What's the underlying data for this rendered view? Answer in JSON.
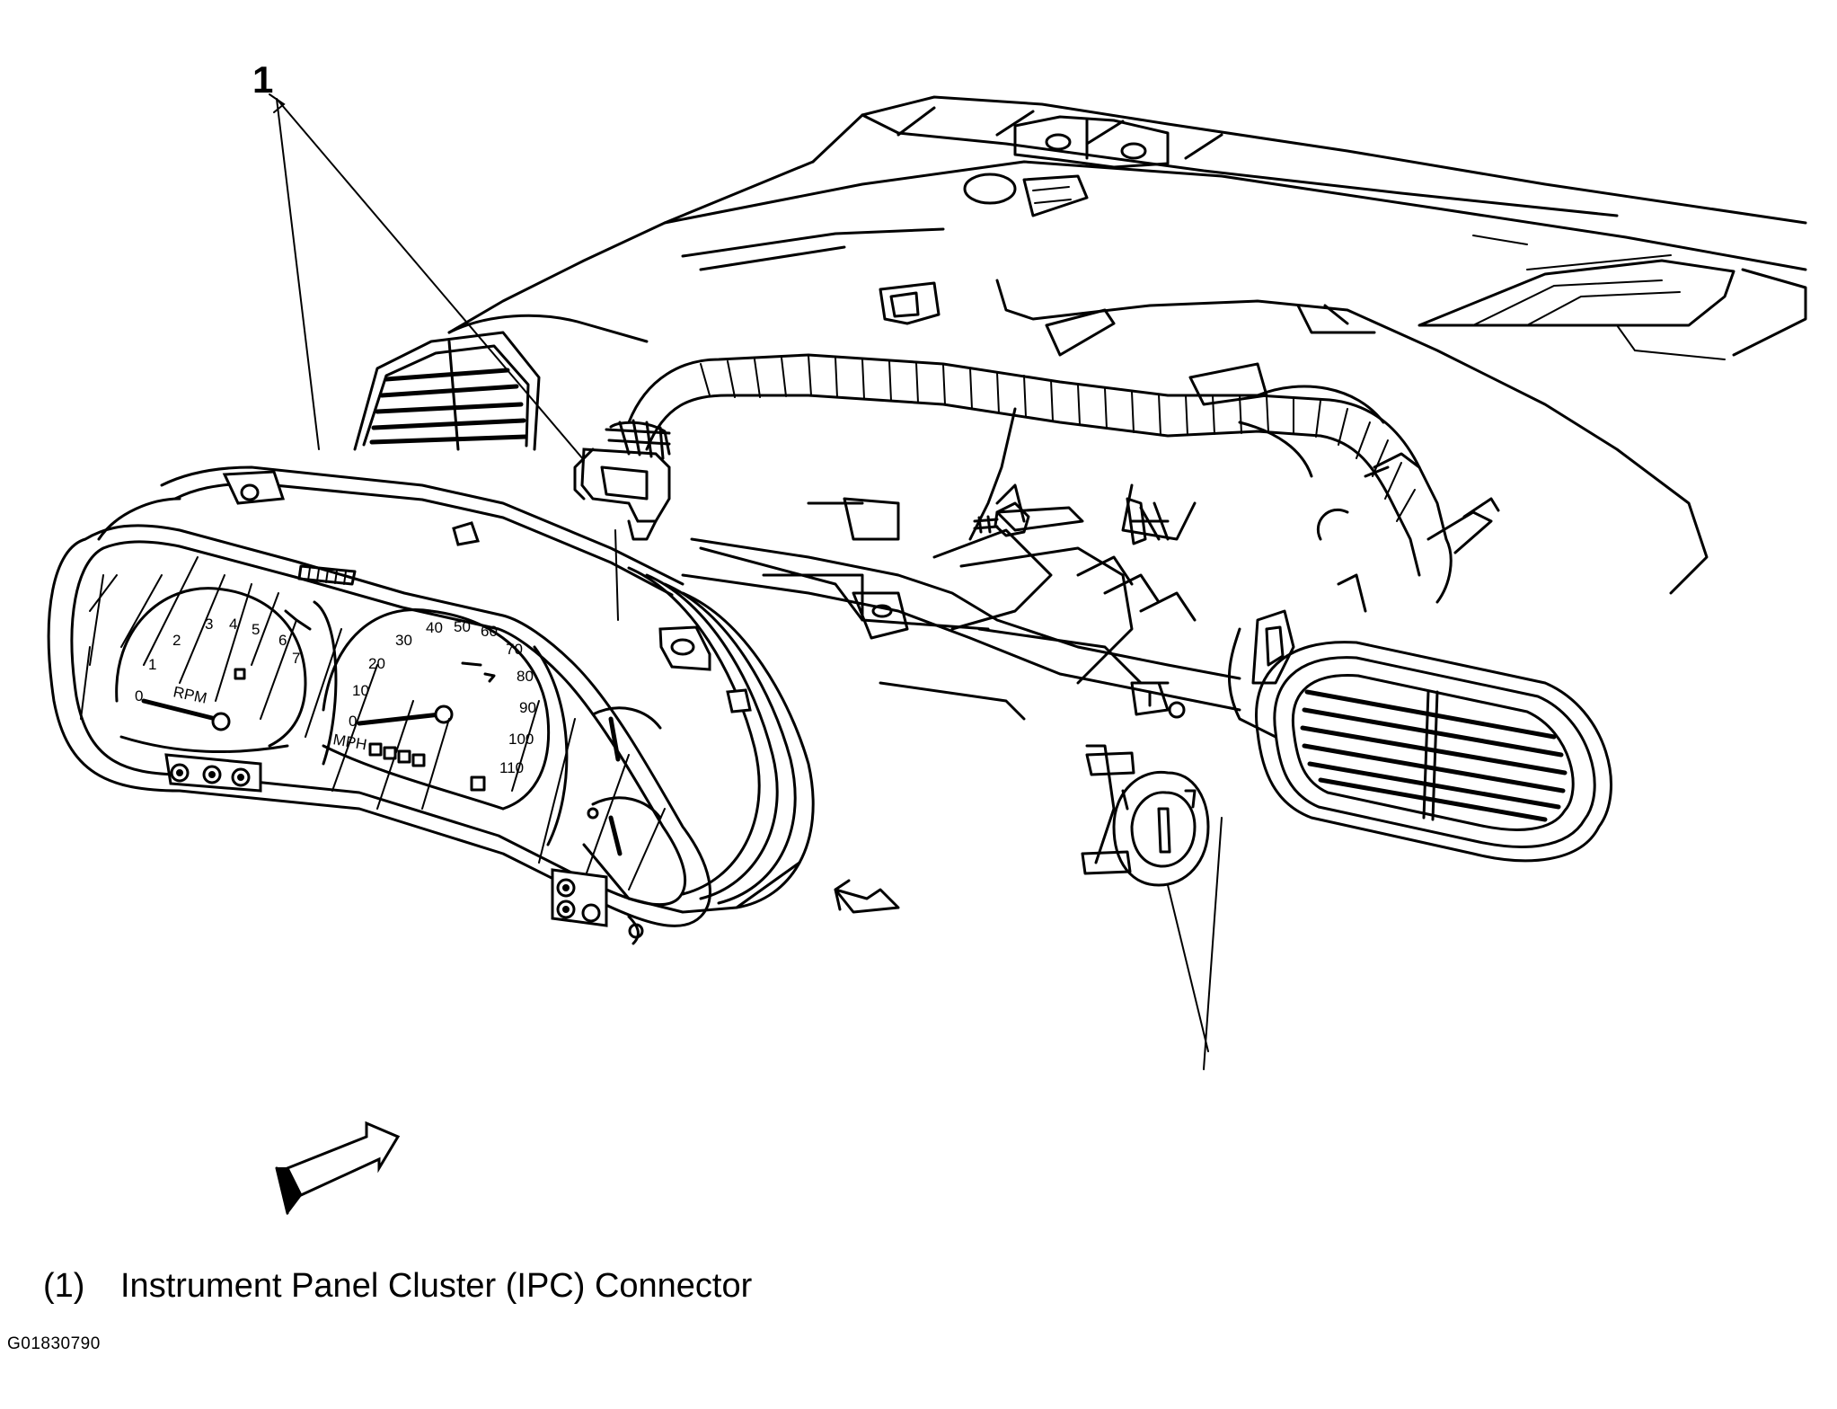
{
  "callout": {
    "number": "1"
  },
  "legend": {
    "number": "(1)",
    "text": "Instrument Panel Cluster (IPC) Connector"
  },
  "figure_id": "G01830790",
  "gauges": {
    "tachometer": {
      "ticks": [
        "0",
        "1",
        "2",
        "3",
        "4",
        "5",
        "6",
        "7"
      ],
      "unit": "RPM"
    },
    "speedometer": {
      "ticks": [
        "0",
        "10",
        "20",
        "30",
        "40",
        "50",
        "60",
        "70",
        "80",
        "90",
        "100",
        "110"
      ],
      "unit": "MPH"
    }
  },
  "colors": {
    "line": "#000000",
    "background": "#ffffff"
  }
}
